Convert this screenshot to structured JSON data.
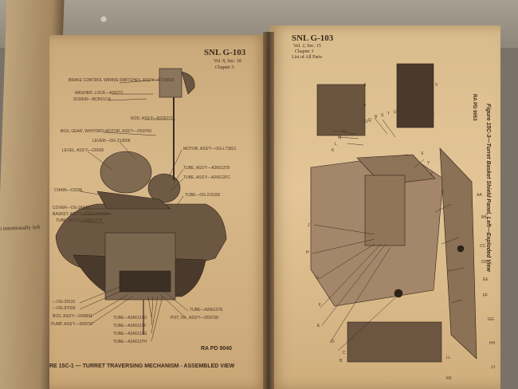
{
  "left_page": {
    "header_code": "SNL G-103",
    "header_vol": "Vol. 8, Sec. 18",
    "header_chapter": "Chapter 3",
    "callouts": [
      "BRAKE CONTROL WIRING SWITCHES, ASS'Y—C133839",
      "WASHER, LOCK—A26271",
      "SCREW—BCBX1CA",
      "ROD, ASS'Y—B226771",
      "BOX, GEAR, W/HYDRO-MOTOR, ASS'Y—D59769",
      "LEVER—OG-213606",
      "LEVEL, ASS'Y—C6036",
      "MOTOR, ASS'Y—OG-L73821",
      "TUBE, ASS'Y—A2661378",
      "TUBE, ASS'Y—A26612FC",
      "CHAIN—C6036",
      "TUBE—OG-216392",
      "COVER—OG-24143",
      "BASKET, ASS'Y—CAD-5050247",
      "TUBE, ASS'Y—A266137A",
      "—OG-39132",
      "—OG-87039",
      "BOX, ASS'Y—D59831",
      "PUMP, ASS'Y—D59737",
      "TUBE—A266137E",
      "POT, OIL, ASS'Y—D59738",
      "TUBE—A266137D",
      "TUBE—A266137F",
      "TUBE—A266137G",
      "TUBE—A266137H"
    ],
    "plate_id": "RA PD 9040",
    "caption": "RE 15C-1 — TURRET TRAVERSING MECHANISM - ASSEMBLED VIEW",
    "edge_text": "n intentionally left"
  },
  "right_page": {
    "header_code": "SNL G-103",
    "header_vol": "Vol. 2, Sec. 15",
    "header_chapter": "Chapter 3",
    "header_sub": "List of All Parts",
    "plate_id": "RA PD 9053",
    "caption": "Figure 15C-3—Turret Basket Shield Panel, Left—Exploded View",
    "letters": [
      "A",
      "B",
      "C",
      "D",
      "E",
      "F",
      "G",
      "H",
      "J",
      "K",
      "L",
      "M",
      "N",
      "O",
      "P",
      "Q",
      "R",
      "S",
      "T",
      "U",
      "V",
      "W",
      "X",
      "Y",
      "Z",
      "AA",
      "BB",
      "CC",
      "DD",
      "EE",
      "FF",
      "GG",
      "HH",
      "JJ",
      "KK",
      "LL"
    ]
  }
}
